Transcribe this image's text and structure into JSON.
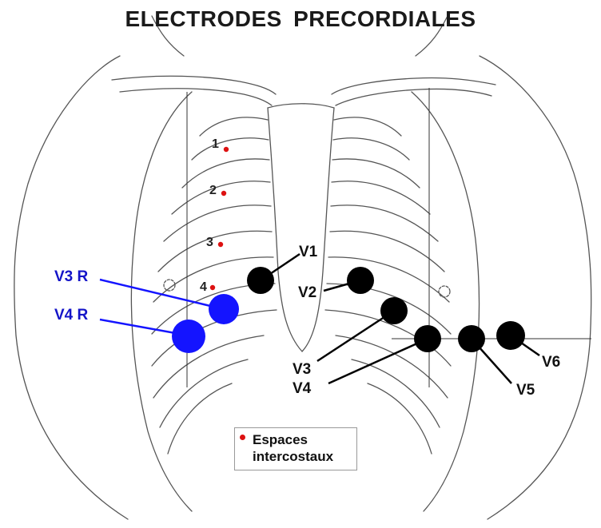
{
  "title": "ELECTRODES  PRECORDIALES",
  "points": {
    "p1": "1",
    "p2": "2",
    "p3": "3",
    "p4": "4"
  },
  "electrodes": {
    "v1": "V1",
    "v2": "V2",
    "v3": "V3",
    "v4": "V4",
    "v5": "V5",
    "v6": "V6",
    "v3r": "V3 R",
    "v4r": "V4 R"
  },
  "legend": {
    "line1": "Espaces",
    "line2": "intercostaux"
  },
  "colors": {
    "right_sided": "#1414ff",
    "standard": "#000000",
    "intercostal_marker": "#dd1111",
    "outline": "#555555"
  }
}
